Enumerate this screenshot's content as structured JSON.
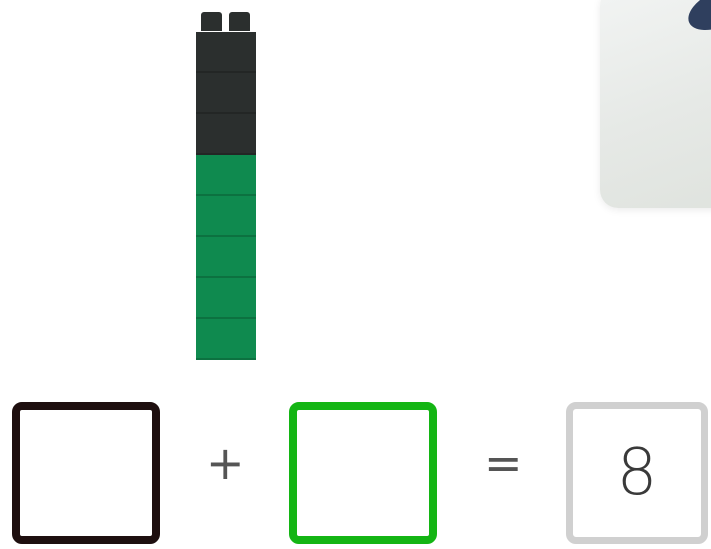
{
  "colors": {
    "dark_cube": "#2b2f2e",
    "green_cube": "#0f8a4f",
    "black_box_border": "#1e0f0f",
    "green_box_border": "#14b514",
    "total_box_border": "#d0d0d0"
  },
  "tower": {
    "dark_cubes": 3,
    "green_cubes": 5
  },
  "equation": {
    "first_addend": "",
    "plus_sign": "+",
    "second_addend": "",
    "equals_sign": "=",
    "total": "8"
  }
}
